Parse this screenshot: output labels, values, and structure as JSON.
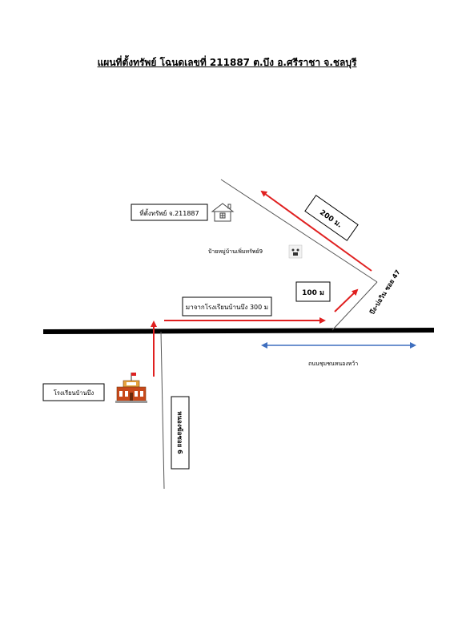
{
  "title": "แผนที่ตั้งทรัพย์ โฉนดเลขที่ 211887 ต.บึง อ.ศรีราชา จ.ชลบุรี",
  "labels": {
    "property": "ที่ตั้งทรัพย์ จ.211887",
    "village_sign": "ป้ายหมู่บ้านเพิ่มทรัพย์9",
    "distance_200": "200 ม.",
    "distance_100": "100 ม",
    "from_school": "มาจากโรงเรียนบ้านบึง 300 ม",
    "soi": "บึง-บ่อวิน ซอย 47",
    "main_road": "ถนนชุมชนหนองหว้า",
    "school": "โรงเรียนบ้านบึง",
    "side_road": "หนองฆ้อซอย 6"
  },
  "colors": {
    "arrow_red": "#e02020",
    "arrow_blue": "#3f6fbf",
    "road": "#000000",
    "thin_road": "#555555",
    "school_brick": "#c8491b",
    "school_roof": "#e6a23c"
  },
  "icons": [
    "house-icon",
    "village-sign-icon",
    "school-icon"
  ]
}
